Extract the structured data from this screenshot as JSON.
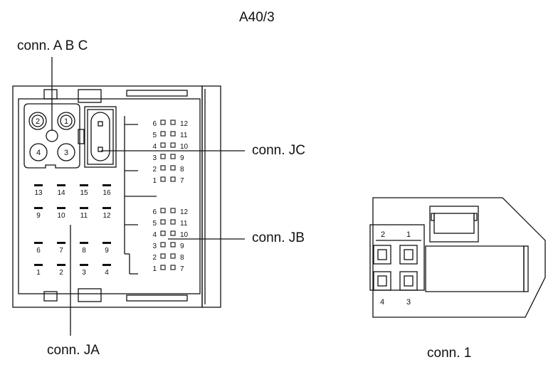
{
  "title": "A40/3",
  "labels": {
    "conn_abc": "conn. A B C",
    "conn_jc": "conn. JC",
    "conn_jb": "conn. JB",
    "conn_ja": "conn. JA",
    "conn_1": "conn. 1"
  },
  "abc_pins": [
    "2",
    "1",
    "4",
    "3"
  ],
  "ja_rows": [
    [
      "13",
      "14",
      "15",
      "16"
    ],
    [
      "9",
      "10",
      "11",
      "12"
    ],
    [
      "6",
      "7",
      "8",
      "9"
    ],
    [
      "1",
      "2",
      "3",
      "4"
    ]
  ],
  "jc_pins": [
    {
      "left": "6",
      "right": "12"
    },
    {
      "left": "5",
      "right": "11"
    },
    {
      "left": "4",
      "right": "10"
    },
    {
      "left": "3",
      "right": "9"
    },
    {
      "left": "2",
      "right": "8"
    },
    {
      "left": "1",
      "right": "7"
    }
  ],
  "jb_pins": [
    {
      "left": "6",
      "right": "12"
    },
    {
      "left": "5",
      "right": "11"
    },
    {
      "left": "4",
      "right": "10"
    },
    {
      "left": "3",
      "right": "9"
    },
    {
      "left": "2",
      "right": "8"
    },
    {
      "left": "1",
      "right": "7"
    }
  ],
  "conn1_pins": {
    "top_left": "2",
    "top_right": "1",
    "bottom_left": "4",
    "bottom_right": "3"
  }
}
